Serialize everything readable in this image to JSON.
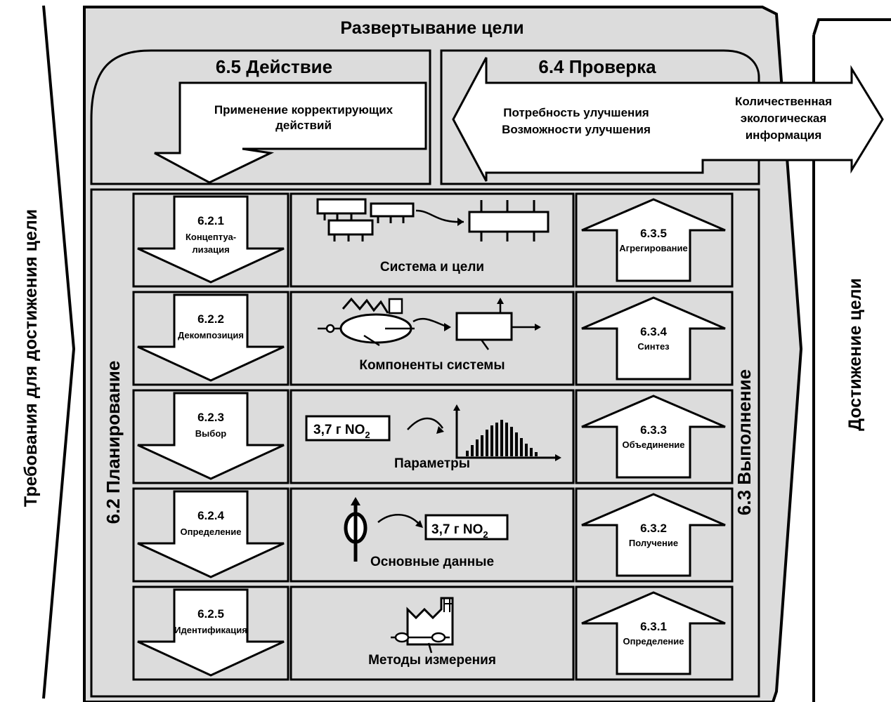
{
  "colors": {
    "panel": "#dcdcdc",
    "cell": "#ffffff",
    "stroke": "#000000",
    "background": "#ffffff"
  },
  "side_left": {
    "label": "Требования для достижения цели"
  },
  "side_right": {
    "label": "Достижение цели"
  },
  "header": {
    "title": "Развертывание цели"
  },
  "act": {
    "title": "6.5 Действие",
    "text_line1": "Применение корректирующих",
    "text_line2": "действий"
  },
  "check": {
    "title": "6.4 Проверка",
    "line1": "Потребность улучшения",
    "line2": "Возможности улучшения",
    "output_line1": "Количественная",
    "output_line2": "экологическая",
    "output_line3": "информация"
  },
  "plan": {
    "label": "6.2 Планирование",
    "steps": [
      {
        "number": "6.2.1",
        "line1": "Концептуа-",
        "line2": "лизация"
      },
      {
        "number": "6.2.2",
        "line1": "Декомпозиция",
        "line2": ""
      },
      {
        "number": "6.2.3",
        "line1": "Выбор",
        "line2": ""
      },
      {
        "number": "6.2.4",
        "line1": "Определение",
        "line2": ""
      },
      {
        "number": "6.2.5",
        "line1": "Идентификация",
        "line2": ""
      }
    ]
  },
  "do": {
    "label": "6.3 Выполнение",
    "steps": [
      {
        "number": "6.3.5",
        "label": "Агрегирование"
      },
      {
        "number": "6.3.4",
        "label": "Синтез"
      },
      {
        "number": "6.3.3",
        "label": "Объединение"
      },
      {
        "number": "6.3.2",
        "label": "Получение"
      },
      {
        "number": "6.3.1",
        "label": "Определение"
      }
    ]
  },
  "center": {
    "rows": [
      {
        "caption": "Система и цели",
        "icon": "system-goals-icon"
      },
      {
        "caption": "Компоненты системы",
        "icon": "system-components-icon"
      },
      {
        "caption": "Параметры",
        "icon": "parameters-icon"
      },
      {
        "caption": "Основные данные",
        "icon": "basic-data-icon"
      },
      {
        "caption": "Методы измерения",
        "icon": "measurement-methods-icon"
      }
    ],
    "no2_label": "3,7 г NO",
    "no2_subscript": "2"
  }
}
